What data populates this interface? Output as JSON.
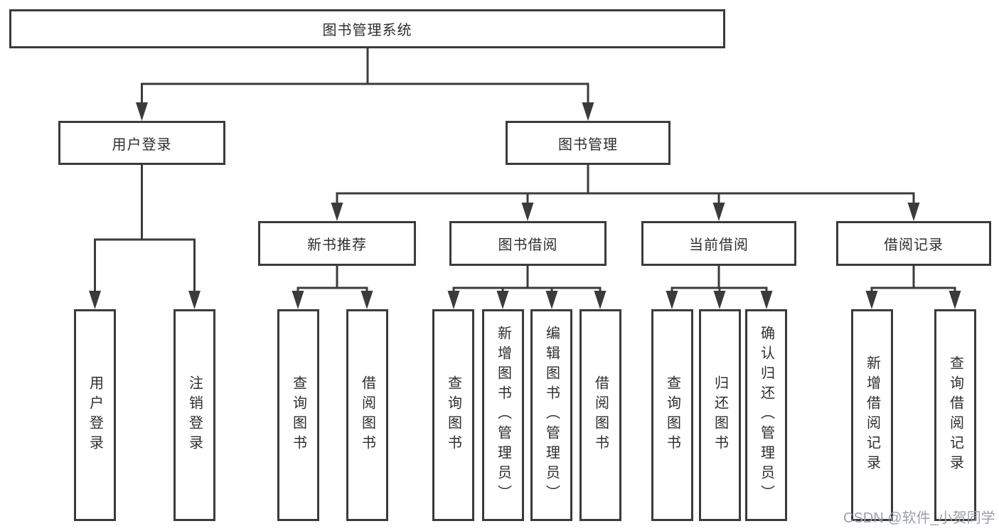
{
  "colors": {
    "line": "#3b3b3b",
    "box_border": "#3b3b3b",
    "text": "#2e2e2e",
    "watermark": "#9aa0a8",
    "background": "#ffffff"
  },
  "diagram": {
    "root": {
      "label": "图书管理系统"
    },
    "level2": [
      {
        "label": "用户登录"
      },
      {
        "label": "图书管理"
      }
    ],
    "level3": [
      {
        "label": "新书推荐"
      },
      {
        "label": "图书借阅"
      },
      {
        "label": "当前借阅"
      },
      {
        "label": "借阅记录"
      }
    ],
    "leaves": {
      "user_login": [
        {
          "label": "用户登录"
        },
        {
          "label": "注销登录"
        }
      ],
      "new_book": [
        {
          "label": "查询图书"
        },
        {
          "label": "借阅图书"
        }
      ],
      "book_borrow": [
        {
          "label": "查询图书"
        },
        {
          "label": "新增图书（管理员）"
        },
        {
          "label": "编辑图书（管理员）"
        },
        {
          "label": "借阅图书"
        }
      ],
      "current_borrow": [
        {
          "label": "查询图书"
        },
        {
          "label": "归还图书"
        },
        {
          "label": "确认归还（管理员）"
        }
      ],
      "borrow_records": [
        {
          "label": "新增借阅记录"
        },
        {
          "label": "查询借阅记录"
        }
      ]
    },
    "watermark": "CSDN @软件_小贺同学"
  }
}
